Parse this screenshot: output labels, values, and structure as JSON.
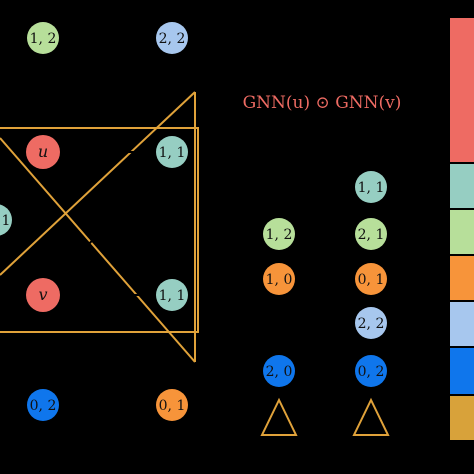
{
  "colors": {
    "background": "#000000",
    "red": "#ee6b63",
    "teal": "#96cec2",
    "green": "#b7df9a",
    "orange": "#f7943a",
    "light_blue": "#a7c7ee",
    "blue": "#0f76ec",
    "gold": "#d8a23a",
    "outline": "#e0a23a"
  },
  "formula": {
    "text": "GNN(u) ⊙ GNN(v)",
    "color": "#ee6b63"
  },
  "left_graph": {
    "nodes": [
      {
        "label": "1, 2",
        "color": "#b7df9a"
      },
      {
        "label": "2, 2",
        "color": "#a7c7ee"
      },
      {
        "label": "u",
        "color": "#ee6b63",
        "italic": true
      },
      {
        "label": "1, 1",
        "color": "#96cec2"
      },
      {
        "label": "1",
        "color": "#96cec2"
      },
      {
        "label": "v",
        "color": "#ee6b63",
        "italic": true
      },
      {
        "label": "1, 1",
        "color": "#96cec2"
      },
      {
        "label": "0, 2",
        "color": "#0f76ec"
      },
      {
        "label": "0, 1",
        "color": "#f7943a"
      }
    ]
  },
  "column_a": [
    {
      "label": "1, 2",
      "color": "#b7df9a"
    },
    {
      "label": "1, 0",
      "color": "#f7943a"
    },
    {
      "label": "2, 0",
      "color": "#0f76ec"
    }
  ],
  "column_b": [
    {
      "label": "1, 1",
      "color": "#96cec2"
    },
    {
      "label": "2, 1",
      "color": "#b7df9a"
    },
    {
      "label": "0, 1",
      "color": "#f7943a"
    },
    {
      "label": "2, 2",
      "color": "#a7c7ee"
    },
    {
      "label": "0, 2",
      "color": "#0f76ec"
    }
  ],
  "legend_bar_colors": [
    "#ee6b63",
    "#96cec2",
    "#b7df9a",
    "#f7943a",
    "#a7c7ee",
    "#0f76ec",
    "#d8a23a"
  ]
}
